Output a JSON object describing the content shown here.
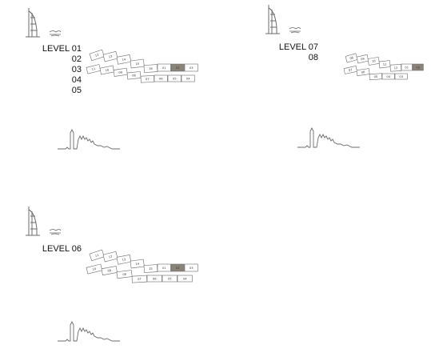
{
  "panels": [
    {
      "levels": [
        "LEVEL 01",
        "02",
        "03",
        "04",
        "05"
      ],
      "units_top": [
        "12",
        "13",
        "14",
        "15",
        "16",
        "01",
        "02",
        "03"
      ],
      "units_bottom": [
        "11",
        "10",
        "09",
        "08",
        "07",
        "06",
        "05",
        "04"
      ],
      "highlight": "02"
    },
    {
      "levels": [
        "LEVEL 07",
        "08"
      ],
      "units_top": [
        "08",
        "09",
        "10",
        "11",
        "12",
        "01",
        "02"
      ],
      "units_bottom": [
        "07",
        "06",
        "05",
        "04",
        "03"
      ],
      "highlight": "02"
    },
    {
      "levels": [
        "LEVEL 06"
      ],
      "units_top": [
        "11",
        "12",
        "13",
        "14",
        "15",
        "01",
        "02",
        "03"
      ],
      "units_bottom": [
        "10",
        "09",
        "08",
        "07",
        "06",
        "05",
        "04"
      ],
      "highlight": "02"
    }
  ],
  "colors": {
    "line": "#6b6b6b",
    "highlight": "#8a8478",
    "text": "#111111"
  }
}
